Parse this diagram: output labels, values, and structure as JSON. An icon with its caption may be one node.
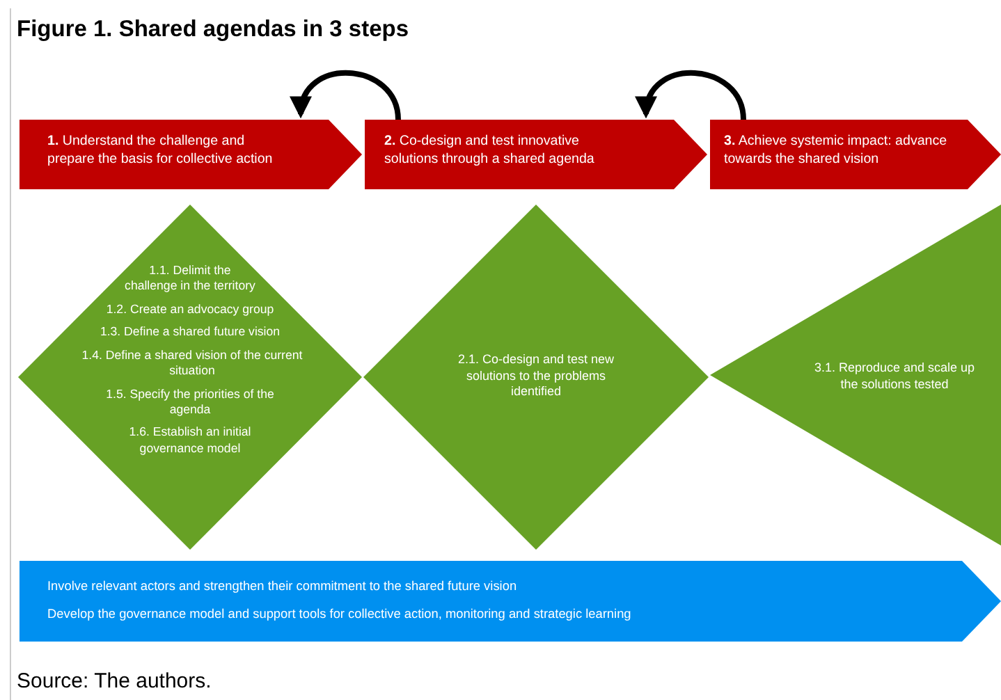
{
  "diagram": {
    "title": "Figure 1. Shared agendas in 3 steps",
    "caption": "Source: The authors.",
    "nodes": [
      {
        "text": [
          "**1.** Understand the challenge and prepare the basis for collective action"
        ]
      },
      {
        "text": [
          "**2.** Co-design and test innovative solutions through a shared agenda"
        ]
      },
      {
        "text": [
          "**3.** Achieve systemic impact: advance towards the shared vision"
        ]
      },
      {
        "text": [
          "1.1. Delimit the challenge in the territory",
          "1.2. Create an advocacy group",
          "1.3. Define a shared future vision",
          "1.4. Define a shared vision of the current situation",
          "1.5. Specify the priorities of the agenda",
          "1.6. Establish an initial governance model"
        ]
      },
      {
        "text": [
          "2.1. Co-design and test new solutions to the problems identified"
        ]
      },
      {
        "text": [
          "3.1. Reproduce and scale up the solutions tested"
        ]
      },
      {
        "text": [
          "Involve relevant actors and strengthen their commitment to the shared future vision",
          "Develop the governance model and support tools for collective action, monitoring and strategic learning"
        ]
      }
    ],
    "edges": [
      {
        "from": 1,
        "to": 0,
        "arrow": "to"
      },
      {
        "from": 2,
        "to": 1,
        "arrow": "to"
      }
    ]
  }
}
